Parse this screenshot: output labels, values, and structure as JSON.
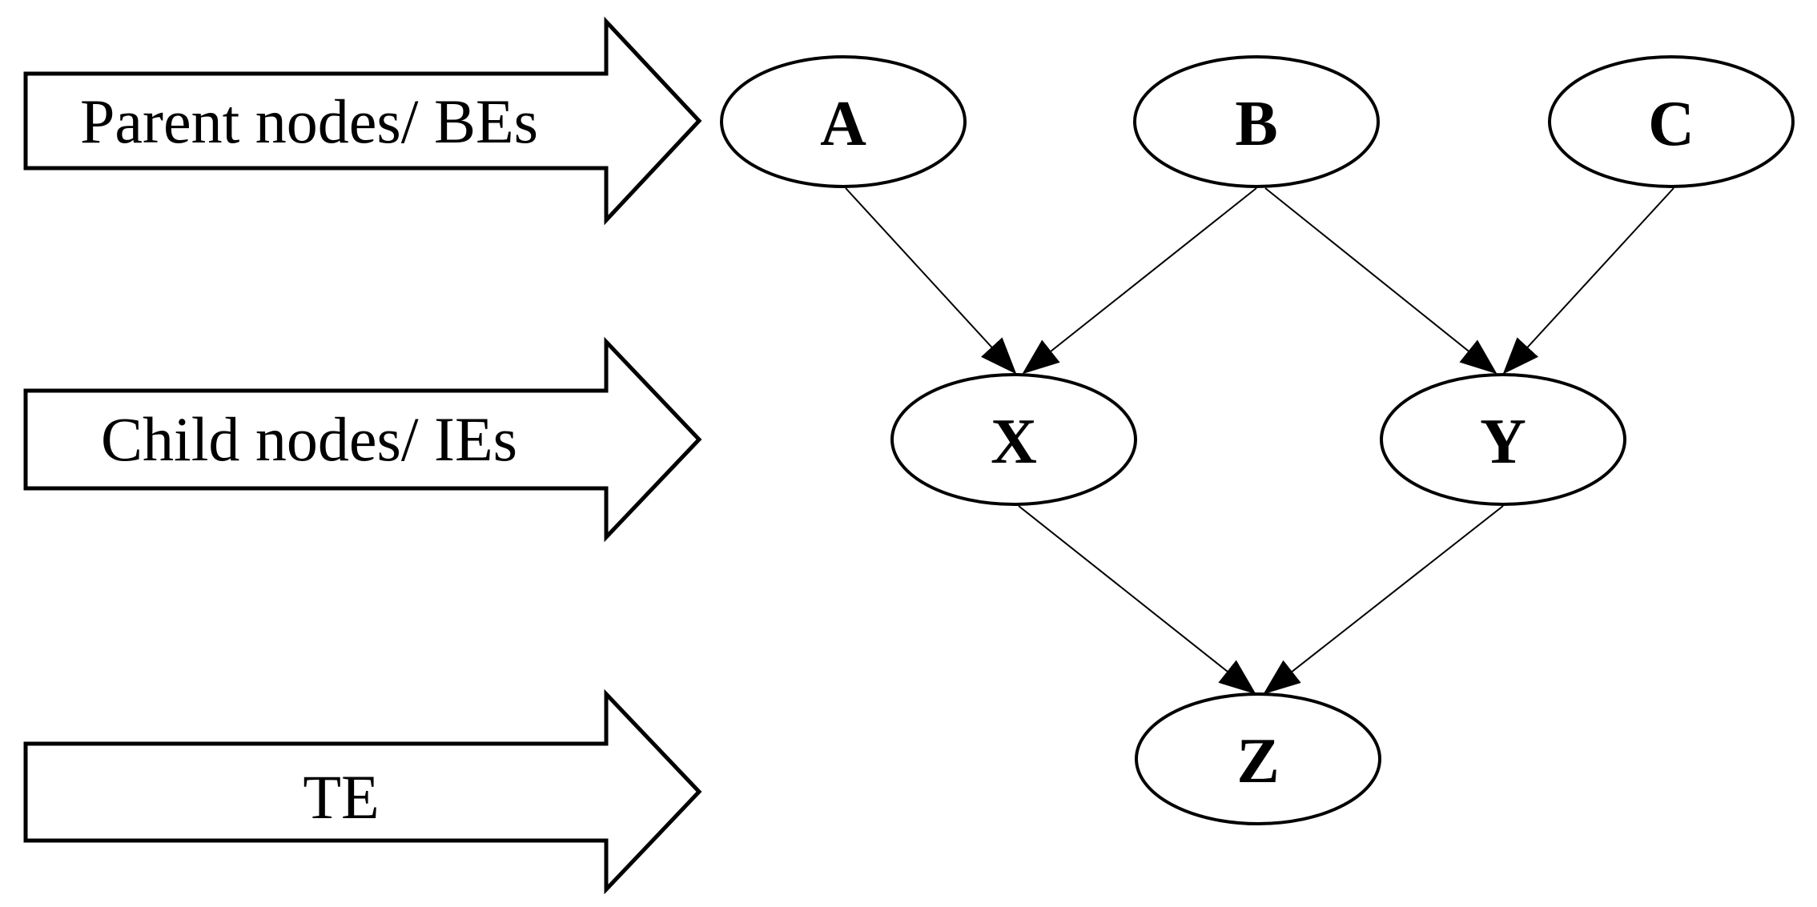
{
  "levels": [
    {
      "id": "parent",
      "label": "Parent nodes/ BEs"
    },
    {
      "id": "child",
      "label": "Child nodes/ IEs"
    },
    {
      "id": "top",
      "label": "TE"
    }
  ],
  "nodes": [
    {
      "id": "A",
      "label": "A",
      "level": "parent"
    },
    {
      "id": "B",
      "label": "B",
      "level": "parent"
    },
    {
      "id": "C",
      "label": "C",
      "level": "parent"
    },
    {
      "id": "X",
      "label": "X",
      "level": "child"
    },
    {
      "id": "Y",
      "label": "Y",
      "level": "child"
    },
    {
      "id": "Z",
      "label": "Z",
      "level": "top"
    }
  ],
  "edges": [
    {
      "from": "A",
      "to": "X"
    },
    {
      "from": "B",
      "to": "X"
    },
    {
      "from": "B",
      "to": "Y"
    },
    {
      "from": "C",
      "to": "Y"
    },
    {
      "from": "X",
      "to": "Z"
    },
    {
      "from": "Y",
      "to": "Z"
    }
  ],
  "colors": {
    "stroke": "#000000",
    "fill": "#ffffff"
  }
}
